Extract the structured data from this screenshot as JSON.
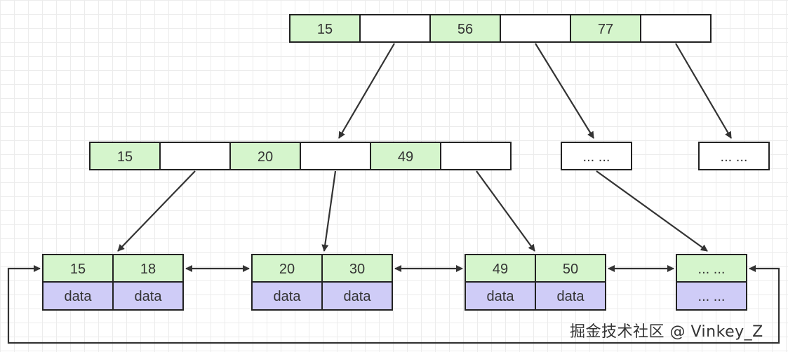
{
  "root_node": {
    "keys": [
      "15",
      "56",
      "77"
    ]
  },
  "internal_node": {
    "keys": [
      "15",
      "20",
      "49"
    ]
  },
  "placeholder_nodes": [
    "... ...",
    "... ..."
  ],
  "leaf_nodes": [
    {
      "keys": [
        "15",
        "18"
      ],
      "data": [
        "data",
        "data"
      ]
    },
    {
      "keys": [
        "20",
        "30"
      ],
      "data": [
        "data",
        "data"
      ]
    },
    {
      "keys": [
        "49",
        "50"
      ],
      "data": [
        "data",
        "data"
      ]
    },
    {
      "keys": [
        "... ..."
      ],
      "data": [
        "... ..."
      ]
    }
  ],
  "watermark": "掘金技术社区 @ Vinkey_Z",
  "colors": {
    "key_cell": "#d5f5cc",
    "data_cell": "#cfccf7",
    "pointer_cell": "#ffffff",
    "stroke": "#222222"
  }
}
